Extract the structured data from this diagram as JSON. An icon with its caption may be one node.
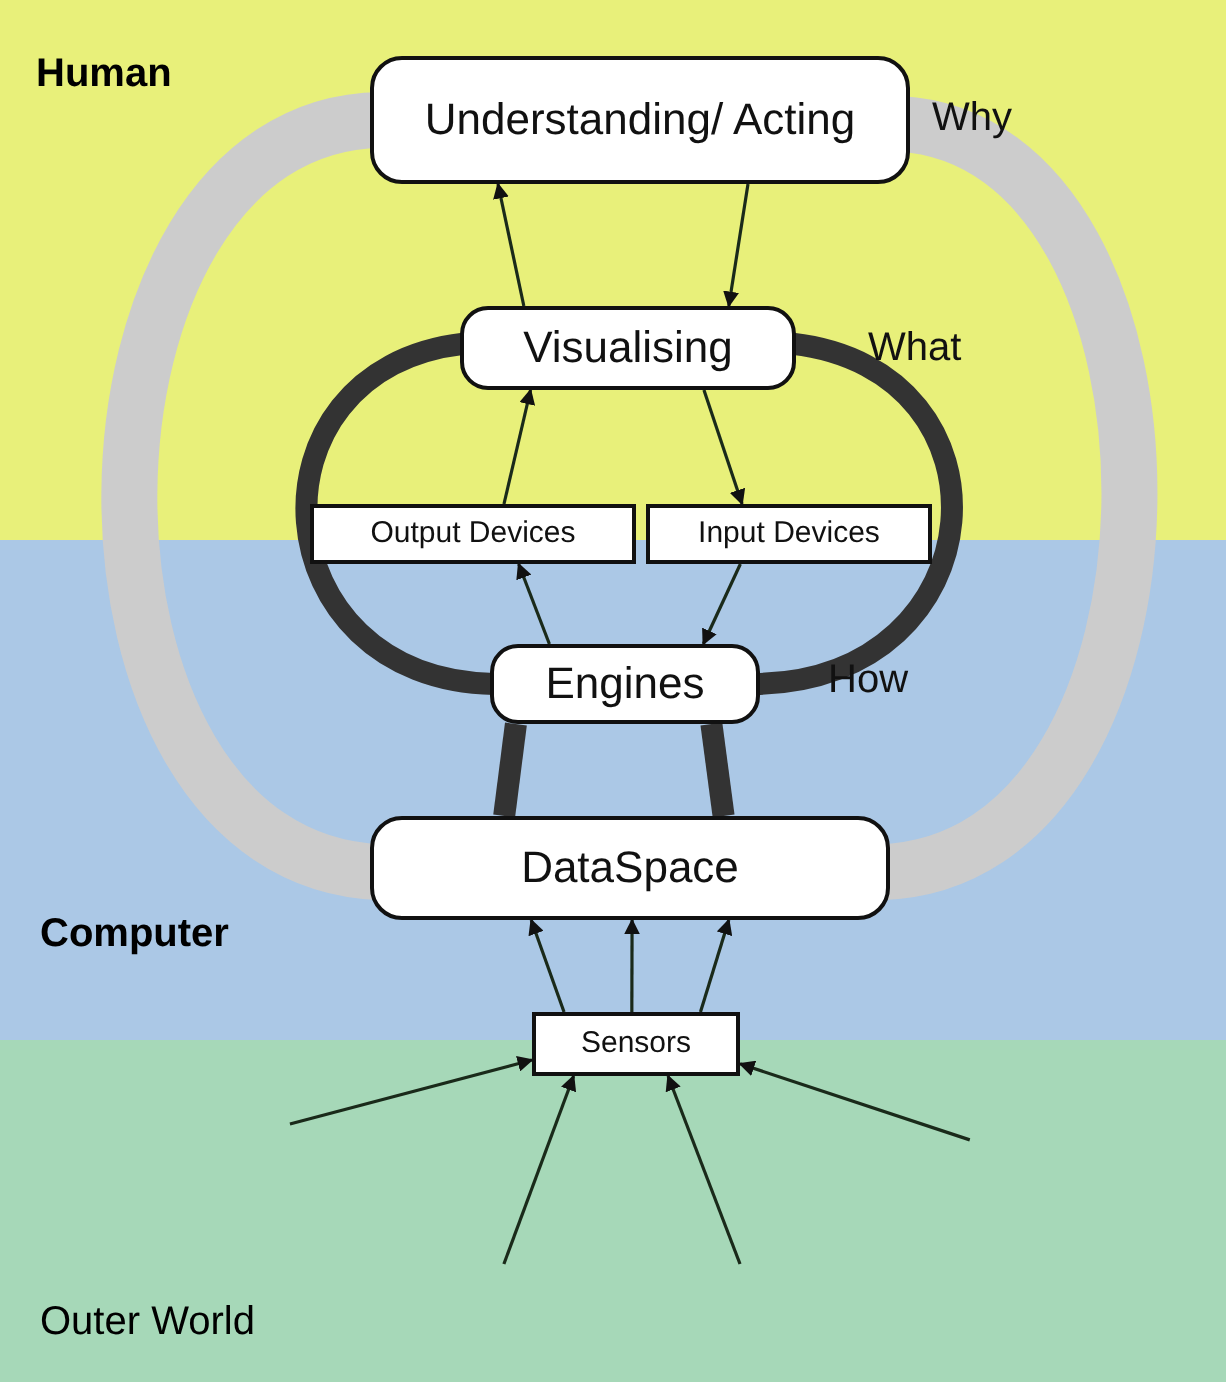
{
  "diagram": {
    "nodes": [
      {
        "text": [
          "Human"
        ]
      },
      {
        "text": [
          "Computer"
        ]
      },
      {
        "text": [
          "Outer World"
        ]
      },
      {
        "text": [
          "Understanding/ Acting"
        ],
        "in": 0,
        "beside": [
          "Why"
        ]
      },
      {
        "text": [
          "Visualising"
        ],
        "in": 0,
        "beside": [
          "What"
        ]
      },
      {
        "text": [
          "Output Devices"
        ]
      },
      {
        "text": [
          "Input Devices"
        ]
      },
      {
        "text": [
          "Engines"
        ],
        "in": 1,
        "beside": [
          "How"
        ]
      },
      {
        "text": [
          "DataSpace"
        ],
        "in": 1
      },
      {
        "text": [
          "Sensors"
        ]
      }
    ],
    "edges": [
      {
        "from": 8,
        "to": 3,
        "arrow": "none",
        "style": "thick",
        "color": "#cccccc"
      },
      {
        "from": 3,
        "to": 8,
        "arrow": "none",
        "style": "thick",
        "color": "#cccccc"
      },
      {
        "from": 4,
        "to": 3,
        "arrow": "to"
      },
      {
        "from": 3,
        "to": 4,
        "arrow": "to"
      },
      {
        "from": 4,
        "to": 7,
        "arrow": "none",
        "style": "thick",
        "color": "#333333"
      },
      {
        "from": 4,
        "to": 7,
        "arrow": "none",
        "style": "thick",
        "color": "#333333"
      },
      {
        "from": 5,
        "to": 4,
        "arrow": "to"
      },
      {
        "from": 4,
        "to": 6,
        "arrow": "to"
      },
      {
        "from": 7,
        "to": 5,
        "arrow": "to"
      },
      {
        "from": 6,
        "to": 7,
        "arrow": "to"
      },
      {
        "from": 7,
        "to": 8,
        "arrow": "none",
        "style": "thick",
        "color": "#333333"
      },
      {
        "from": 7,
        "to": 8,
        "arrow": "none",
        "style": "thick",
        "color": "#333333"
      },
      {
        "from": 9,
        "to": 8,
        "arrow": "to"
      },
      {
        "from": 9,
        "to": 8,
        "arrow": "to"
      },
      {
        "from": 9,
        "to": 8,
        "arrow": "to"
      },
      {
        "from": 2,
        "to": 9,
        "arrow": "to"
      },
      {
        "from": 2,
        "to": 9,
        "arrow": "to"
      },
      {
        "from": 2,
        "to": 9,
        "arrow": "to"
      },
      {
        "from": 2,
        "to": 9,
        "arrow": "to"
      }
    ]
  }
}
